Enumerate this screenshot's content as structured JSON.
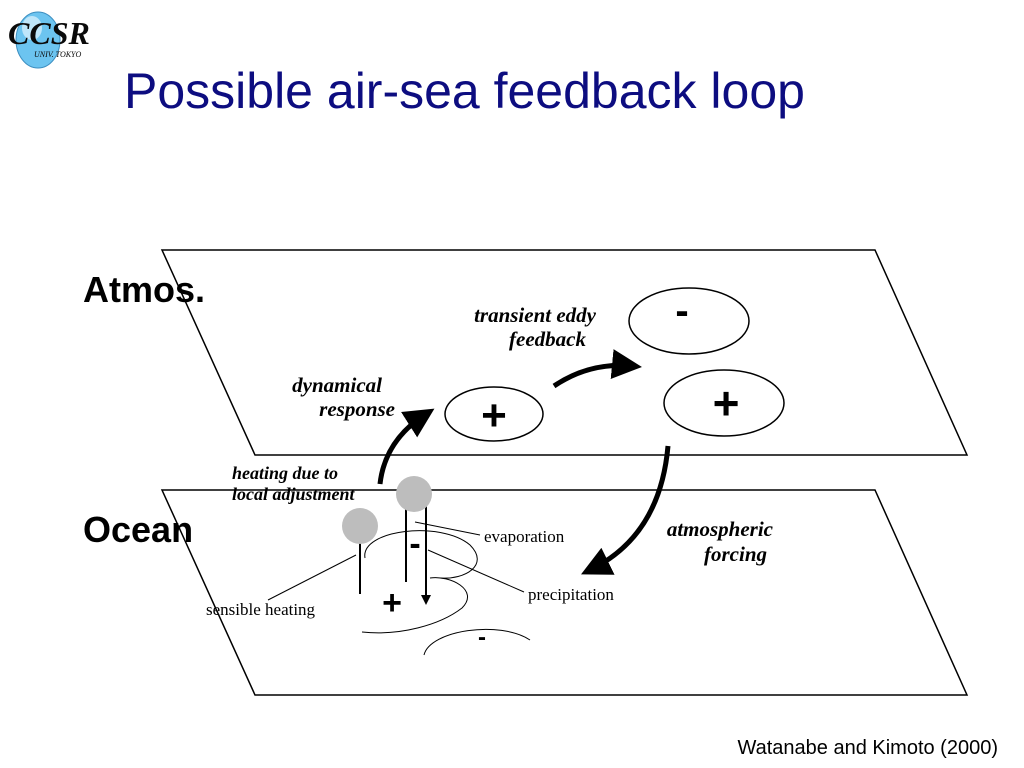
{
  "logo": {
    "main_text": "CCSR",
    "sub_text": "UNIV. TOKYO",
    "bubble_color": "#6cc4f0"
  },
  "slide": {
    "title": "Possible air-sea feedback loop",
    "title_color": "#0d0d80",
    "citation": "Watanabe and Kimoto (2000)"
  },
  "diagram": {
    "layers": {
      "atmosphere": "Atmos.",
      "ocean": "Ocean"
    },
    "atmos_features": {
      "transient_eddy_line1": "transient eddy",
      "transient_eddy_line2": "feedback",
      "dynamical_line1": "dynamical",
      "dynamical_line2": "response",
      "anomaly_minus": "-",
      "anomaly_plus_right": "+",
      "anomaly_plus_left": "+"
    },
    "ocean_features": {
      "heating_line1": "heating due to",
      "heating_line2": "local adjustment",
      "forcing_line1": "atmospheric",
      "forcing_line2": "forcing",
      "evaporation": "evaporation",
      "precipitation": "precipitation",
      "sensible_heating": "sensible heating",
      "sign_minus_upper": "-",
      "sign_plus": "+",
      "sign_minus_lower": "-"
    },
    "colors": {
      "line": "#000000",
      "circle_marker": "#bdbdbd"
    }
  }
}
